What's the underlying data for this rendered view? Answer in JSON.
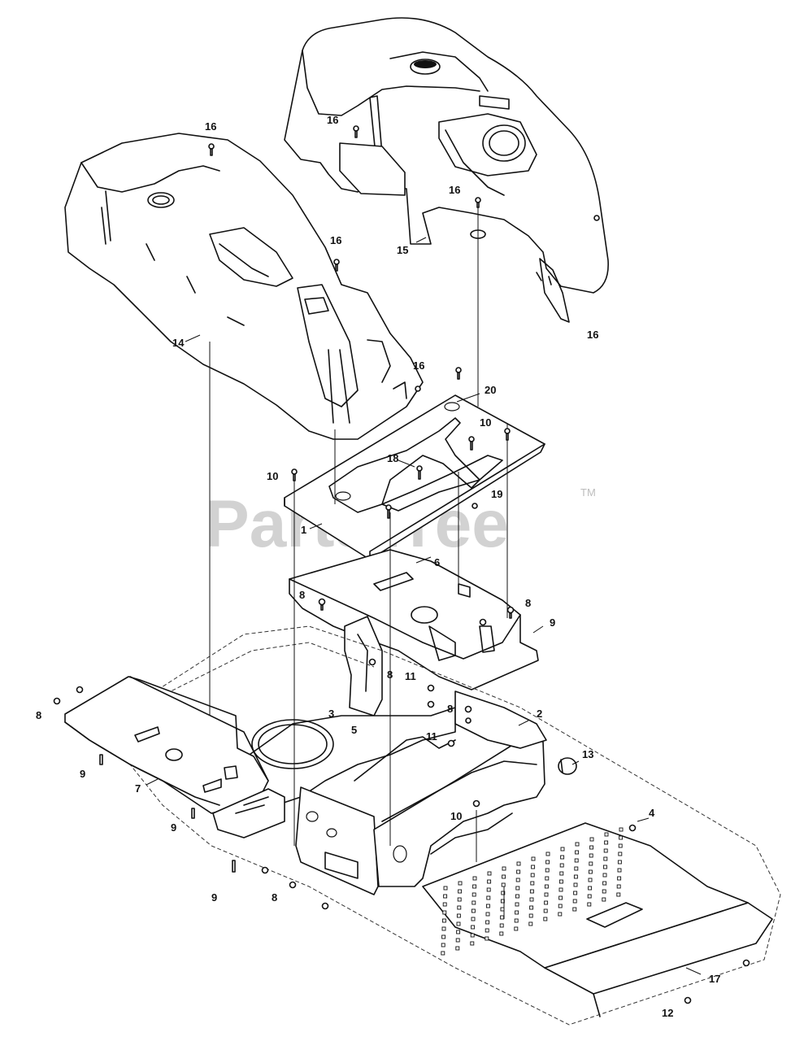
{
  "watermark": {
    "text": "PartsTree",
    "trademark": "TM"
  },
  "callouts": [
    "16",
    "16",
    "16",
    "16",
    "16",
    "16",
    "15",
    "14",
    "20",
    "10",
    "18",
    "10",
    "19",
    "1",
    "6",
    "8",
    "8",
    "9",
    "8",
    "11",
    "3",
    "5",
    "8",
    "2",
    "13",
    "8",
    "9",
    "7",
    "11",
    "9",
    "10",
    "4",
    "9",
    "8",
    "17",
    "12"
  ]
}
